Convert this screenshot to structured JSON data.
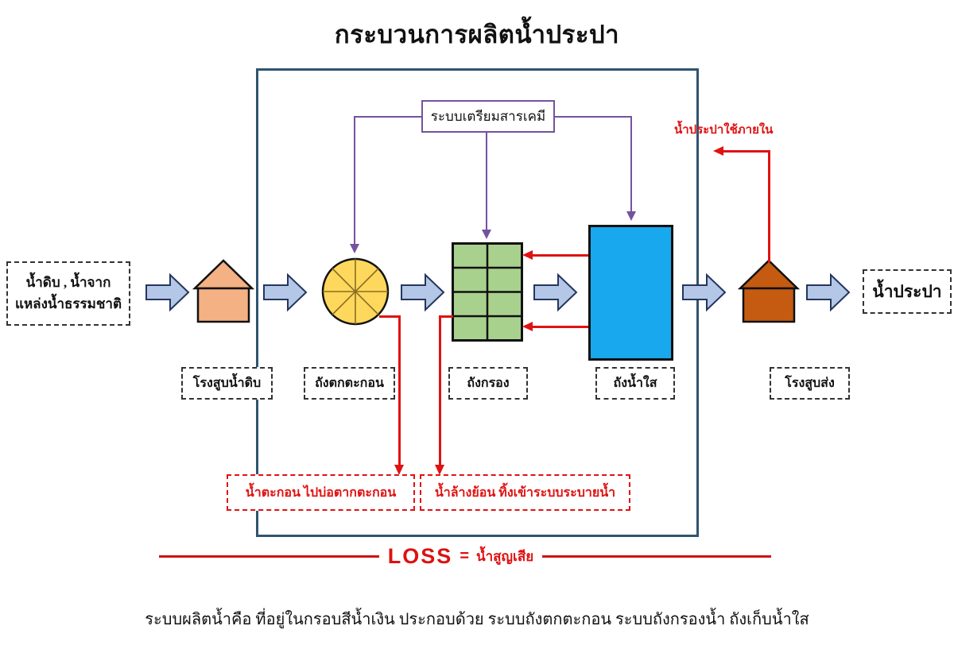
{
  "title": "กระบวนการผลิตน้ำประปา",
  "colors": {
    "frame_blue": "#2f5570",
    "chemical_purple": "#7452a0",
    "flow_arrow_fill": "#b4c7e7",
    "loss_red": "#e01212",
    "raw_pump_house": "#f4b183",
    "sedimentation_yellow": "#fdd85d",
    "filter_green": "#a9d18e",
    "clear_water_blue": "#18a8ee",
    "transmission_house": "#c55a11"
  },
  "source_box": {
    "line1": "น้ำดิบ ,  น้ำจาก",
    "line2": "แหล่งน้ำธรรมชาติ"
  },
  "chemical_box": {
    "label": "ระบบเตรียมสารเคมี"
  },
  "internal_use_label": "น้ำประปาใช้ภายใน",
  "output_box": {
    "label": "น้ำประปา"
  },
  "stage_labels": {
    "raw_pump": "โรงสูบน้ำดิบ",
    "sedimentation": "ถังตกตะกอน",
    "filter": "ถังกรอง",
    "clear_water": "ถังน้ำใส",
    "transmission_pump": "โรงสูบส่ง"
  },
  "waste": {
    "sludge": "น้ำตะกอน  ไปบ่อตากตะกอน",
    "backwash": "น้ำล้างย้อน ทิ้งเข้าระบบระบายน้ำ"
  },
  "loss": {
    "word": "LOSS",
    "equals": "=",
    "thai": "น้ำสูญเสีย"
  },
  "caption": "ระบบผลิตน้ำคือ ที่อยู่ในกรอบสีน้ำเงิน  ประกอบด้วย  ระบบถังตกตะกอน ระบบถังกรองน้ำ ถังเก็บน้ำใส"
}
